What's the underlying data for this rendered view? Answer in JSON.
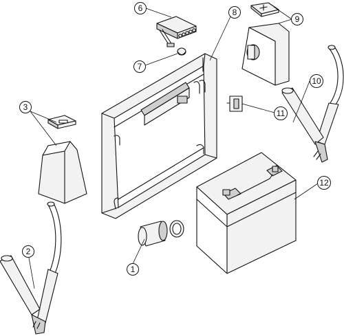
{
  "callouts": [
    {
      "id": "1",
      "label": "1"
    },
    {
      "id": "2",
      "label": "2"
    },
    {
      "id": "3",
      "label": "3"
    },
    {
      "id": "6",
      "label": "6"
    },
    {
      "id": "7",
      "label": "7"
    },
    {
      "id": "8",
      "label": "8"
    },
    {
      "id": "9",
      "label": "9"
    },
    {
      "id": "10",
      "label": "10"
    },
    {
      "id": "11",
      "label": "11"
    },
    {
      "id": "12",
      "label": "12"
    }
  ]
}
